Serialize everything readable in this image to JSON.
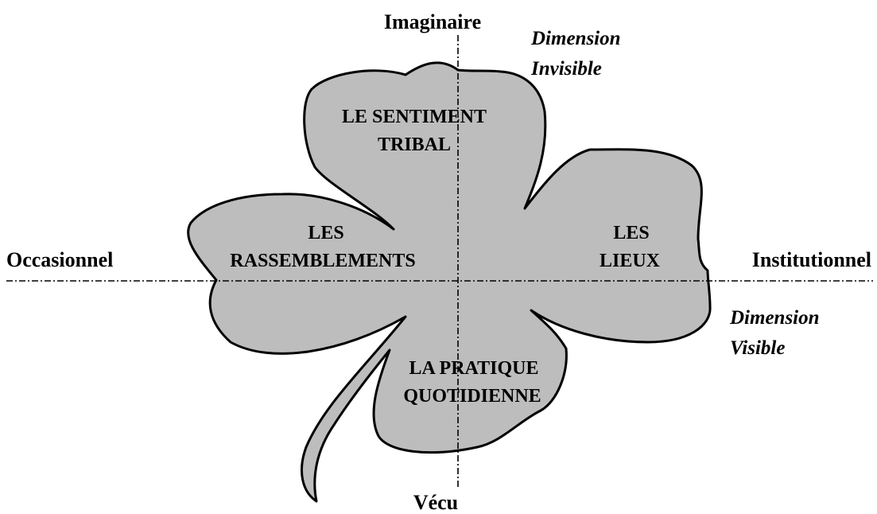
{
  "axes": {
    "top": "Imaginaire",
    "bottom": "Vécu",
    "left": "Occasionnel",
    "right": "Institutionnel"
  },
  "dimensions": {
    "invisible": [
      "Dimension",
      "Invisible"
    ],
    "visible": [
      "Dimension",
      "Visible"
    ]
  },
  "leaves": {
    "top": [
      "LE SENTIMENT",
      "TRIBAL"
    ],
    "left": [
      "LES",
      "RASSEMBLEMENTS"
    ],
    "right": [
      "LES",
      "LIEUX"
    ],
    "bottom": [
      "LA PRATIQUE",
      "QUOTIDIENNE"
    ]
  },
  "colors": {
    "leaf_fill": "#bdbdbd",
    "outline": "#000000",
    "background": "#ffffff"
  }
}
